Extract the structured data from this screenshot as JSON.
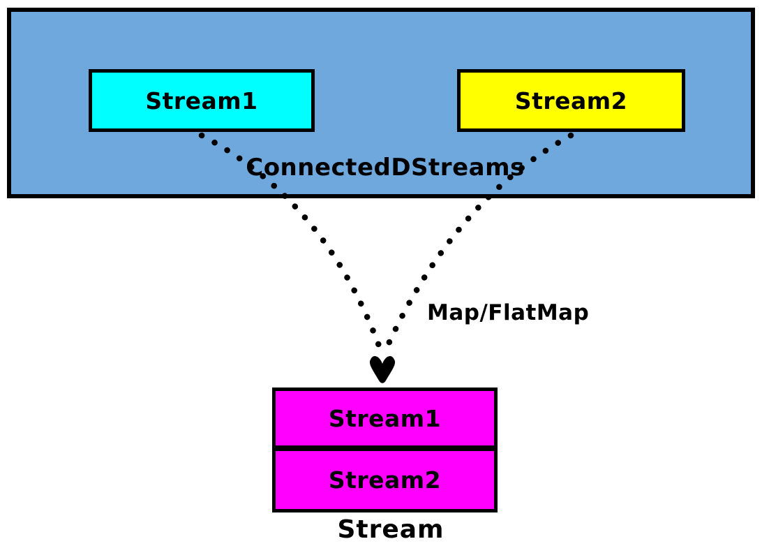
{
  "diagram": {
    "title": "ConnectedDStreams merge diagram",
    "colors": {
      "container_fill": "#6FA8DC",
      "stream1_fill": "#00FFFF",
      "stream2_fill": "#FFFF00",
      "output_fill": "#FF00FF",
      "line_color": "#000000",
      "background": "#FFFFFF"
    },
    "container": {
      "label": "ConnectedDStreams",
      "boxes": [
        {
          "label": "Stream1"
        },
        {
          "label": "Stream2"
        }
      ]
    },
    "edge": {
      "label": "Map/FlatMap"
    },
    "output": {
      "boxes": [
        {
          "label": "Stream1"
        },
        {
          "label": "Stream2"
        }
      ],
      "caption": "Stream"
    }
  }
}
